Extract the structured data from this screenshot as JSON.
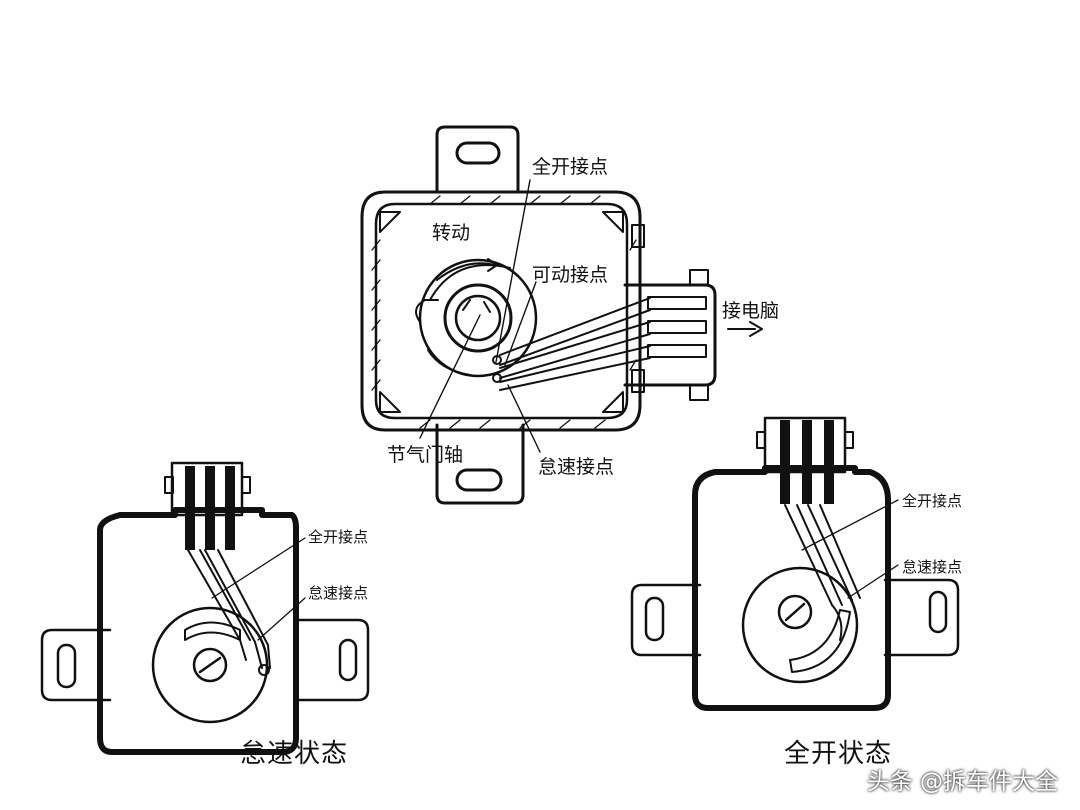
{
  "top_diagram": {
    "full_open_contact": "全开接点",
    "rotation": "转动",
    "movable_contact": "可动接点",
    "to_ecu": "接电脑",
    "throttle_shaft": "节气门轴",
    "idle_contact": "怠速接点"
  },
  "left_diagram": {
    "full_open_contact": "全开接点",
    "idle_contact": "怠速接点",
    "caption": "怠速状态"
  },
  "right_diagram": {
    "full_open_contact": "全开接点",
    "idle_contact": "怠速接点",
    "caption": "全开状态"
  },
  "watermark": "头条 @拆车件大全"
}
